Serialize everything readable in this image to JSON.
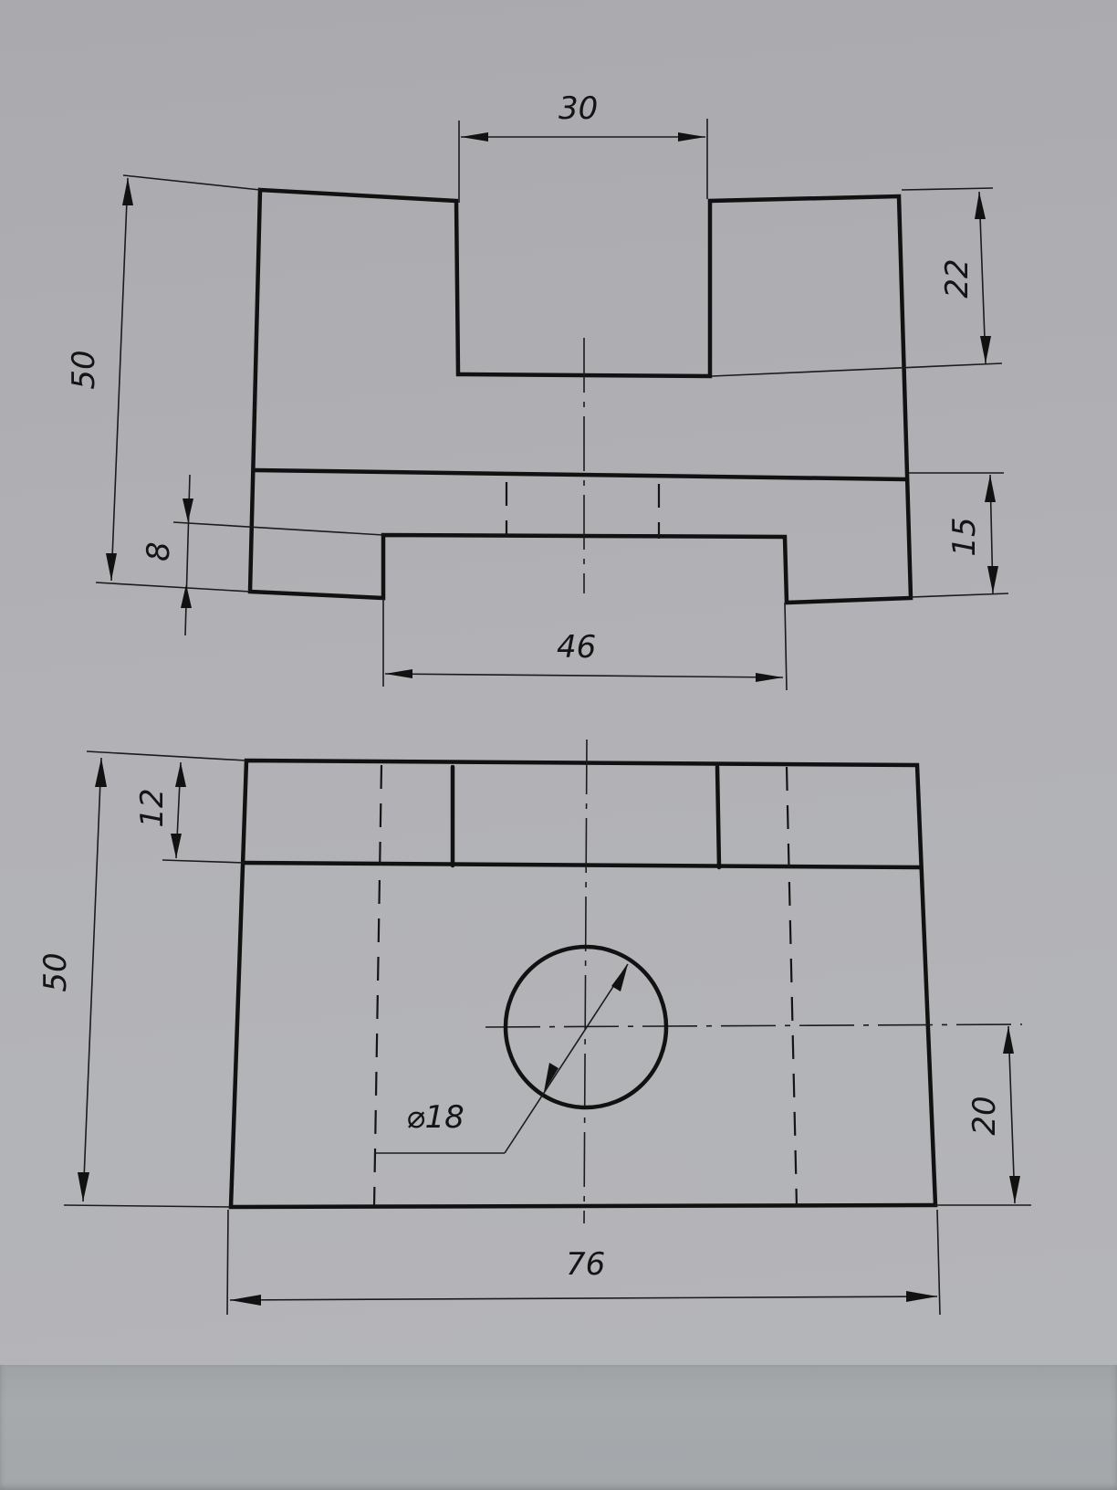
{
  "drawing": {
    "type": "orthographic technical drawing",
    "views": [
      {
        "name": "top-view",
        "dimensions": {
          "slot_width": "30",
          "slot_depth": "22",
          "overall_depth": "50",
          "step_depth": "15",
          "tab_depth": "8",
          "tab_width": "46"
        }
      },
      {
        "name": "front-view",
        "dimensions": {
          "top_band_height": "12",
          "overall_height": "50",
          "hole_center_height": "20",
          "hole_diameter": "⌀18",
          "overall_width": "76"
        }
      }
    ],
    "colors": {
      "paper": "#b2b2b6",
      "ink": "#111111",
      "background_below": "#a4a8ab"
    }
  }
}
